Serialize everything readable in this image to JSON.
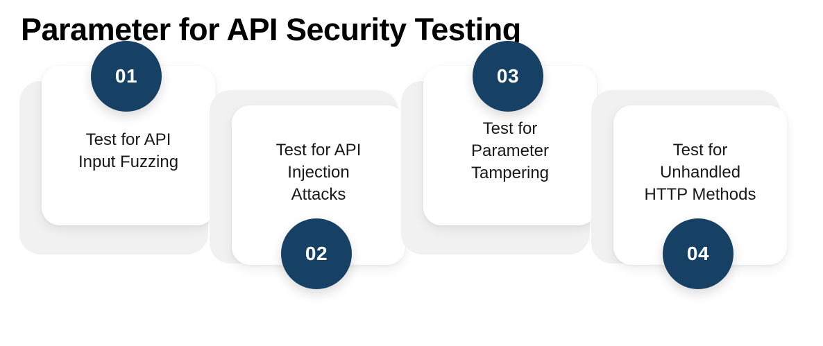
{
  "title": "Parameter for API Security Testing",
  "colors": {
    "badge_navy": "#164064",
    "card_white": "#ffffff",
    "backdrop_grey": "#f1f1f1",
    "text_black": "#181818",
    "page_background": "#ffffff"
  },
  "steps": [
    {
      "number": "01",
      "label": "Test for API\nInput Fuzzing",
      "badge_position": "top"
    },
    {
      "number": "02",
      "label": "Test for API\nInjection\nAttacks",
      "badge_position": "bottom"
    },
    {
      "number": "03",
      "label": "Test for\nParameter\nTampering",
      "badge_position": "top"
    },
    {
      "number": "04",
      "label": "Test for\nUnhandled\nHTTP Methods",
      "badge_position": "bottom"
    }
  ]
}
